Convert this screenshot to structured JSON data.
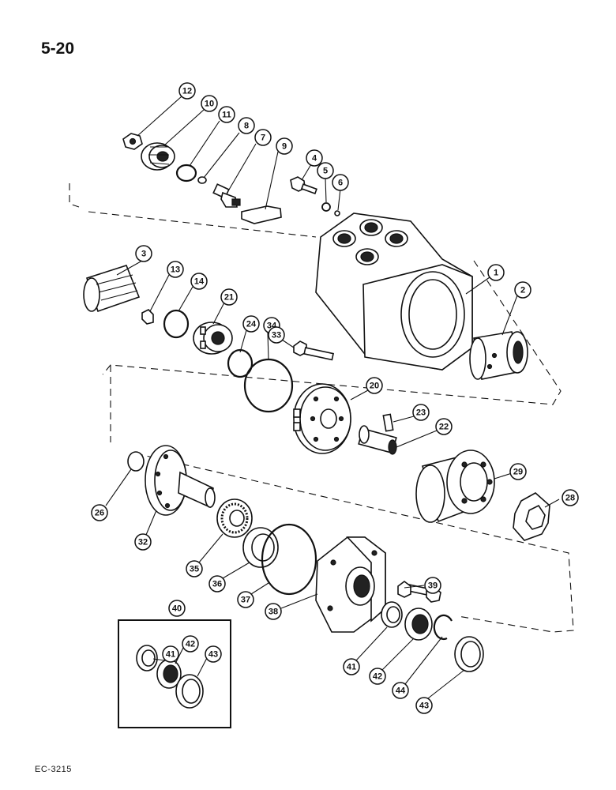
{
  "page_number": "5-20",
  "figure_code": "EC-3215",
  "callouts": [
    {
      "id": "c12",
      "label": "12"
    },
    {
      "id": "c10",
      "label": "10"
    },
    {
      "id": "c11",
      "label": "11"
    },
    {
      "id": "c8",
      "label": "8"
    },
    {
      "id": "c7",
      "label": "7"
    },
    {
      "id": "c9",
      "label": "9"
    },
    {
      "id": "c4",
      "label": "4"
    },
    {
      "id": "c5",
      "label": "5"
    },
    {
      "id": "c6",
      "label": "6"
    },
    {
      "id": "c3",
      "label": "3"
    },
    {
      "id": "c13",
      "label": "13"
    },
    {
      "id": "c14",
      "label": "14"
    },
    {
      "id": "c21",
      "label": "21"
    },
    {
      "id": "c24",
      "label": "24"
    },
    {
      "id": "c34",
      "label": "34"
    },
    {
      "id": "c33",
      "label": "33"
    },
    {
      "id": "c1",
      "label": "1"
    },
    {
      "id": "c2",
      "label": "2"
    },
    {
      "id": "c20",
      "label": "20"
    },
    {
      "id": "c23",
      "label": "23"
    },
    {
      "id": "c22",
      "label": "22"
    },
    {
      "id": "c29",
      "label": "29"
    },
    {
      "id": "c28",
      "label": "28"
    },
    {
      "id": "c26",
      "label": "26"
    },
    {
      "id": "c32",
      "label": "32"
    },
    {
      "id": "c35",
      "label": "35"
    },
    {
      "id": "c36",
      "label": "36"
    },
    {
      "id": "c37",
      "label": "37"
    },
    {
      "id": "c38",
      "label": "38"
    },
    {
      "id": "c39",
      "label": "39"
    },
    {
      "id": "c40",
      "label": "40"
    },
    {
      "id": "c41a",
      "label": "41"
    },
    {
      "id": "c42a",
      "label": "42"
    },
    {
      "id": "c43a",
      "label": "43"
    },
    {
      "id": "c41b",
      "label": "41"
    },
    {
      "id": "c42b",
      "label": "42"
    },
    {
      "id": "c44",
      "label": "44"
    },
    {
      "id": "c43b",
      "label": "43"
    }
  ]
}
